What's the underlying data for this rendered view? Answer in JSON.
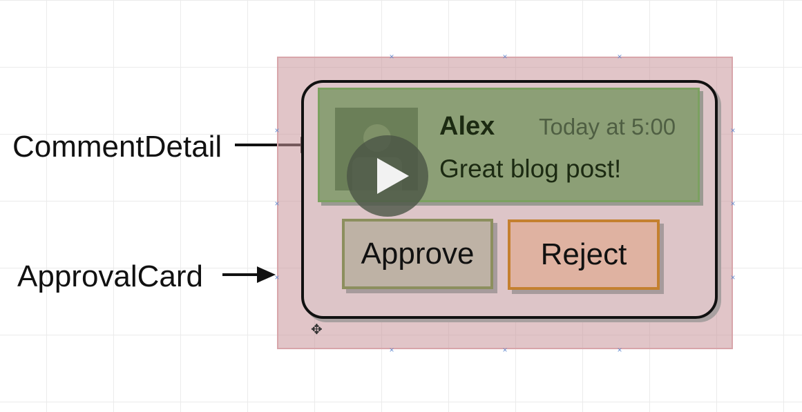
{
  "labels": {
    "comment_detail": "CommentDetail",
    "approval_card": "ApprovalCard"
  },
  "comment": {
    "author": "Alex",
    "time": "Today at 5:00",
    "text": "Great blog post!"
  },
  "buttons": {
    "approve": "Approve",
    "reject": "Reject"
  },
  "icons": {
    "play": "play-icon",
    "avatar": "avatar-icon",
    "move": "move-cursor-icon"
  },
  "colors": {
    "comment_fill": "#8c9f76",
    "card_fill": "#ddc5c8",
    "approve_border": "#8c8f5e",
    "reject_border": "#c4802f"
  }
}
